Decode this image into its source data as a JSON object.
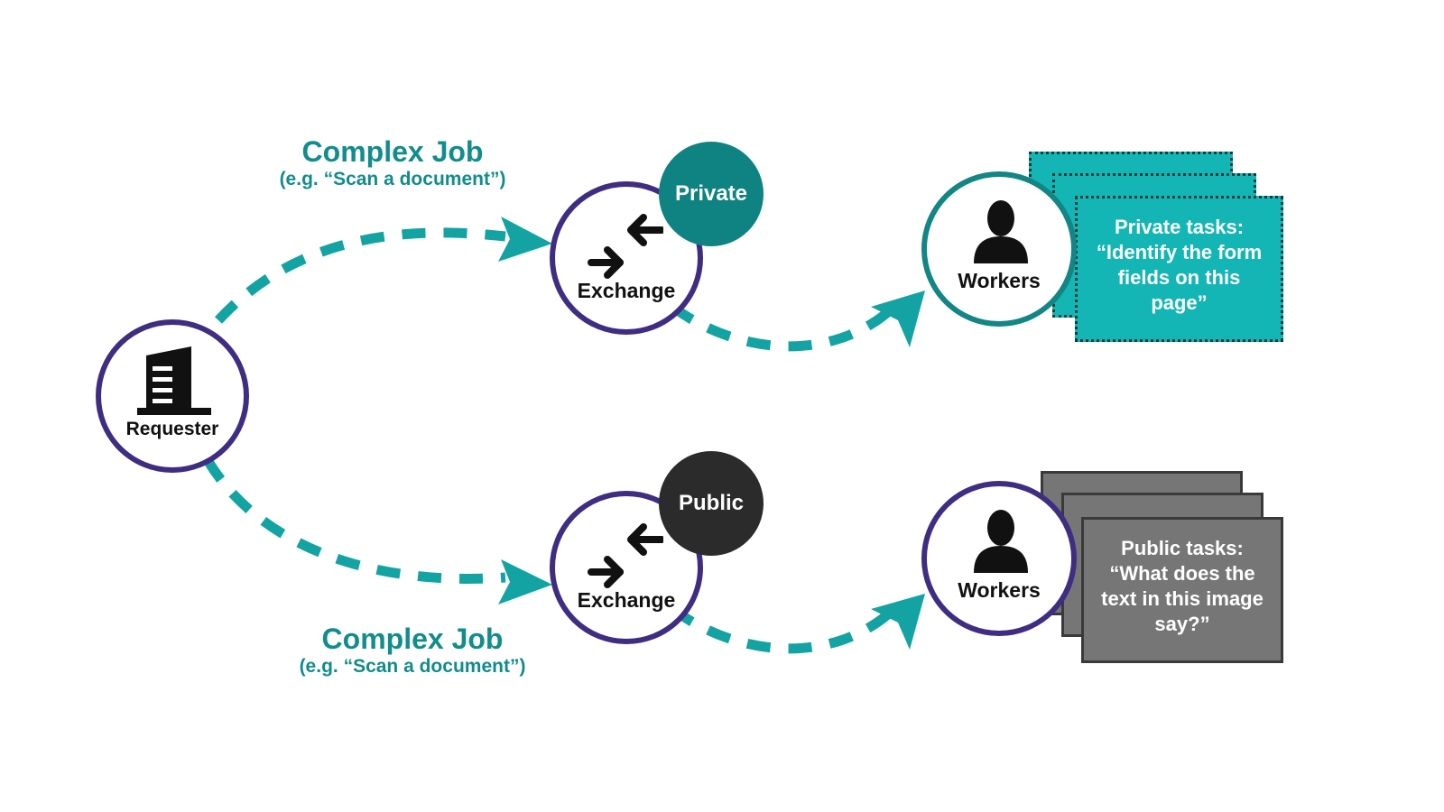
{
  "colors": {
    "teal": "#14a3a3",
    "teal_dark": "#0f8282",
    "teal_text": "#128c8c",
    "purple": "#3f2d82",
    "public_badge": "#2b2b2b",
    "gray_card": "#767676",
    "gray_border": "#3a3a3a"
  },
  "requester": {
    "label": "Requester",
    "icon": "building-icon"
  },
  "top_job": {
    "title": "Complex Job",
    "subtitle": "(e.g. “Scan a document”)"
  },
  "bottom_job": {
    "title": "Complex Job",
    "subtitle": "(e.g. “Scan a document”)"
  },
  "private_exchange": {
    "label": "Exchange",
    "badge": "Private",
    "icon": "exchange-arrows-icon"
  },
  "public_exchange": {
    "label": "Exchange",
    "badge": "Public",
    "icon": "exchange-arrows-icon"
  },
  "private_workers": {
    "label": "Workers",
    "icon": "person-icon"
  },
  "public_workers": {
    "label": "Workers",
    "icon": "person-icon"
  },
  "private_tasks": {
    "line1": "Private tasks:",
    "line2": "“Identify the form",
    "line3": "fields on this",
    "line4": "page”"
  },
  "public_tasks": {
    "line1": "Public tasks:",
    "line2": "“What does the",
    "line3": "text in this image",
    "line4": "say?”"
  }
}
